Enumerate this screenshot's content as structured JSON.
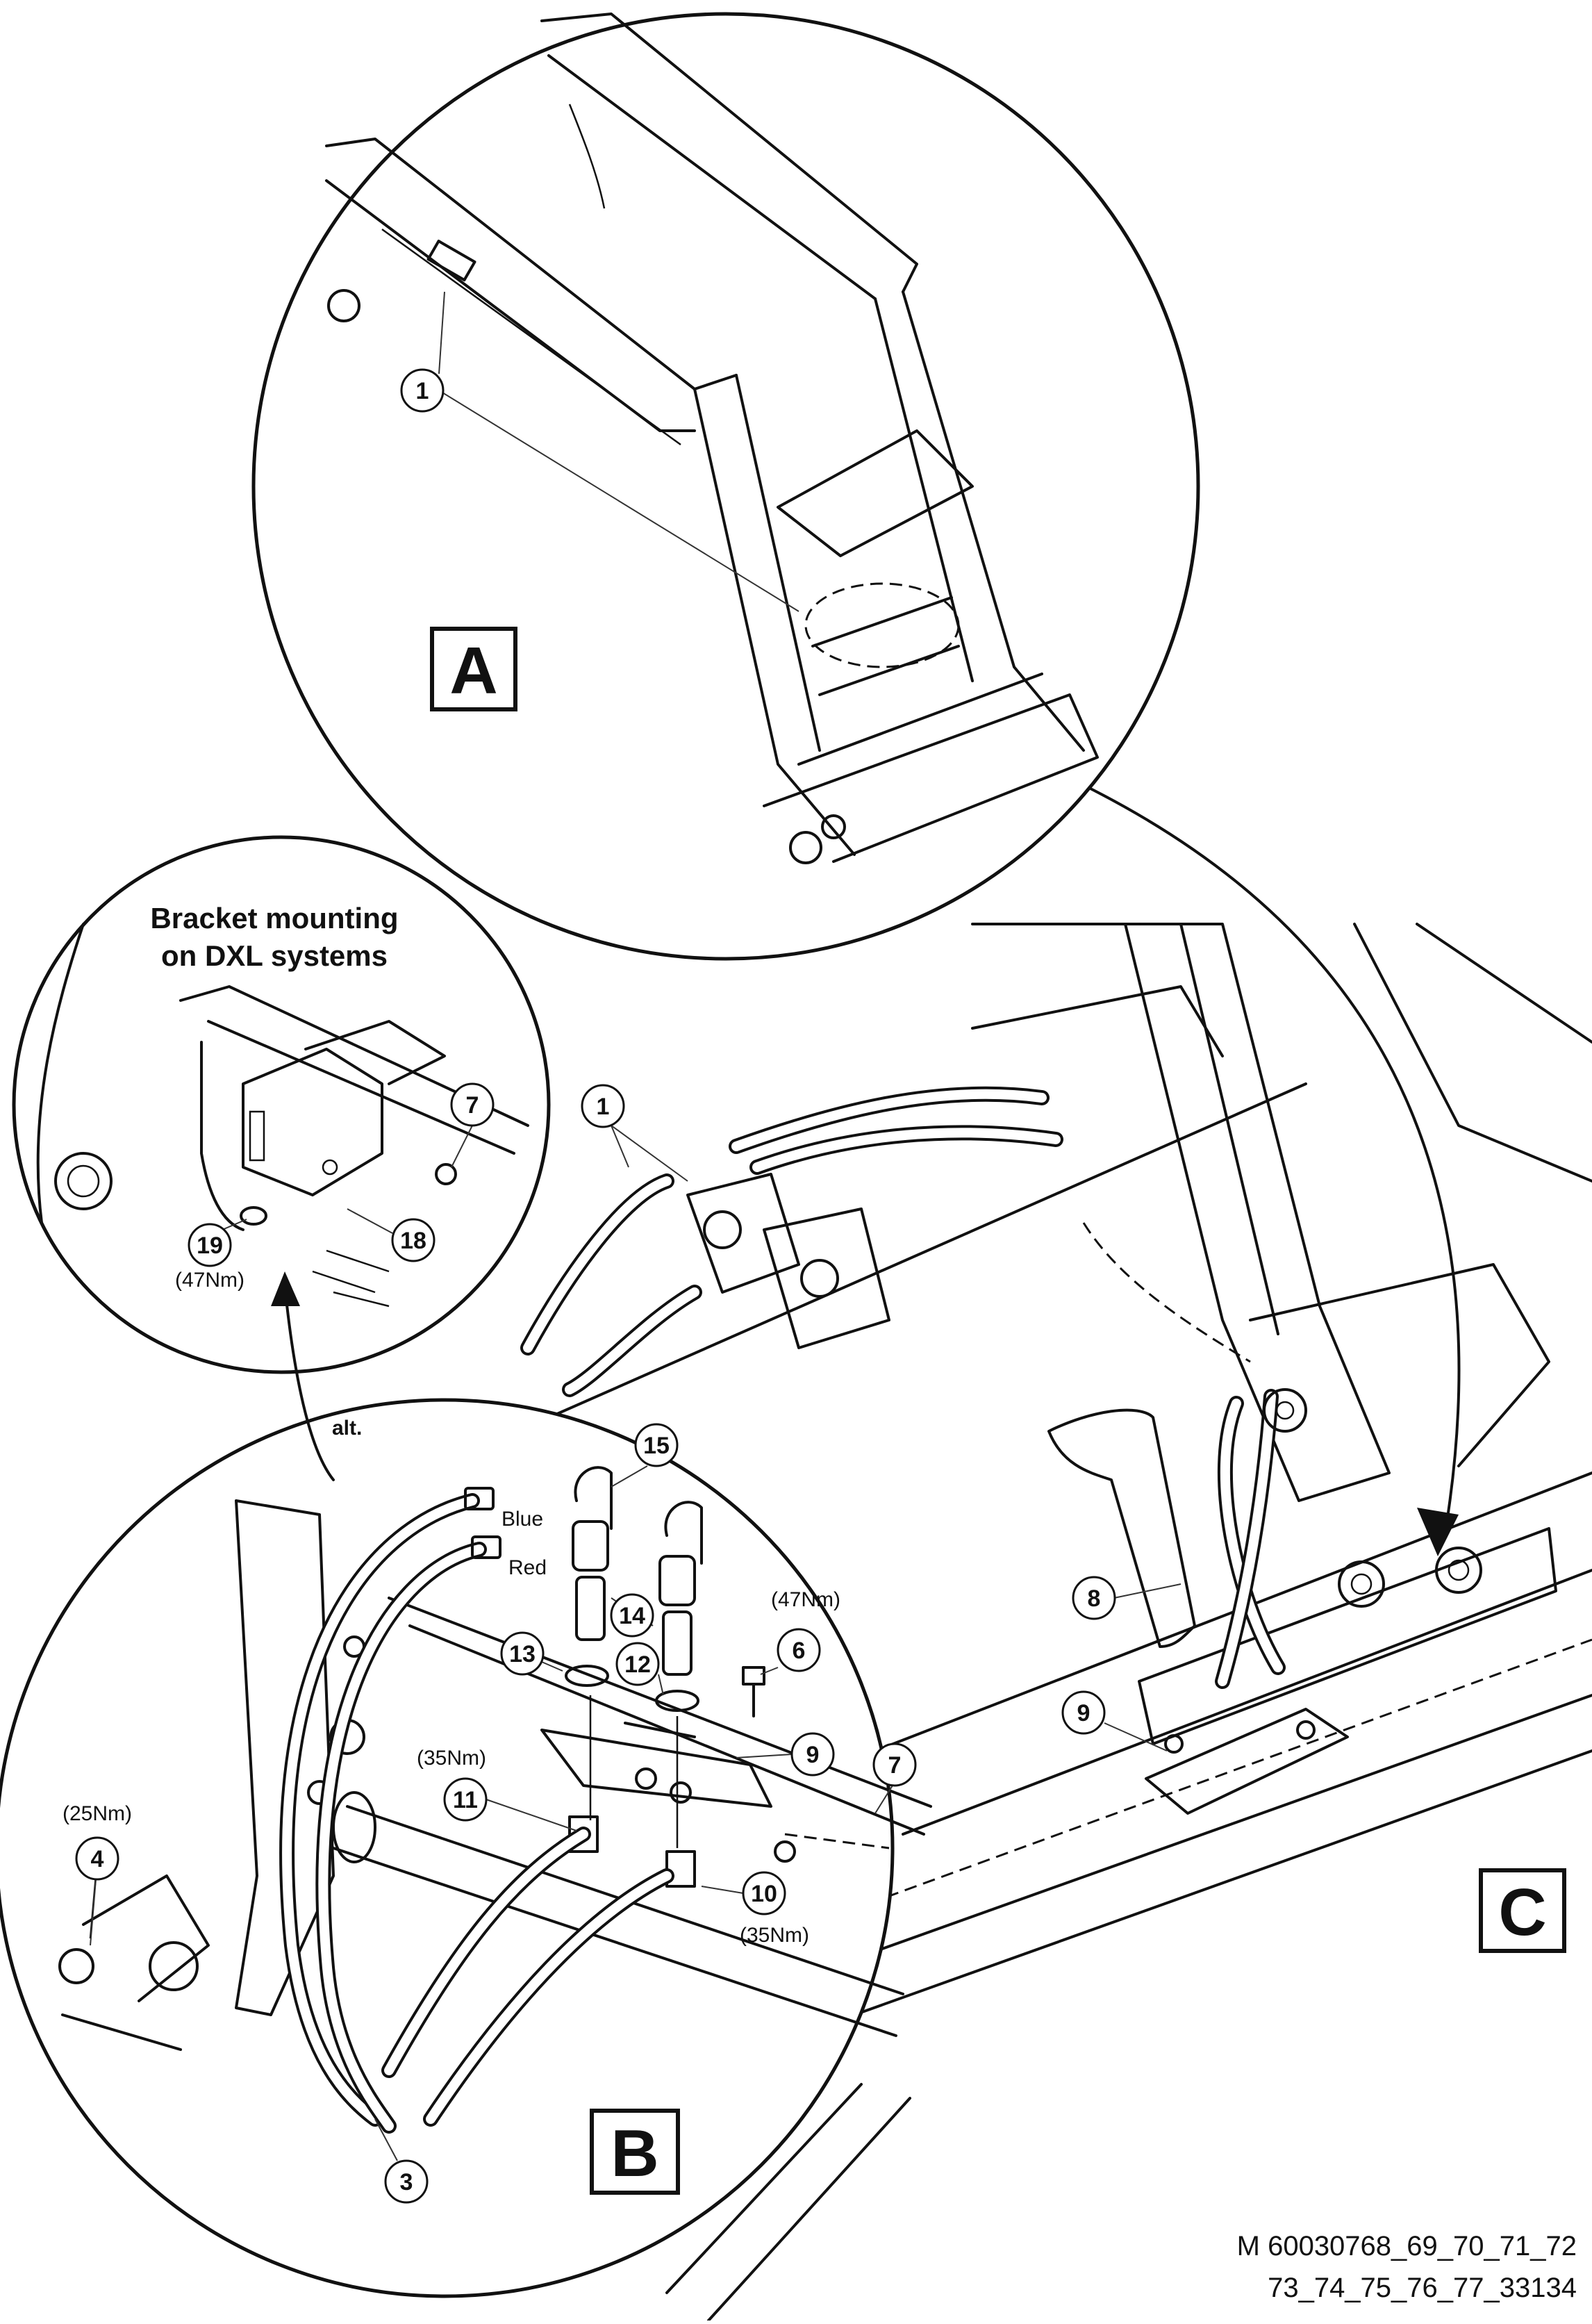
{
  "views": {
    "a": {
      "letter": "A"
    },
    "b": {
      "letter": "B",
      "alt_label": "alt."
    },
    "c": {
      "letter": "C"
    }
  },
  "detail": {
    "title_line1": "Bracket mounting",
    "title_line2": "on DXL systems"
  },
  "hose_labels": {
    "blue": "Blue",
    "red": "Red"
  },
  "callouts": {
    "a1": "1",
    "c1": "1",
    "c8": "8",
    "c9": "9",
    "b3": "3",
    "b4": "4",
    "b6": "6",
    "b7": "7",
    "b9": "9",
    "b10": "10",
    "b11": "11",
    "b12": "12",
    "b13": "13",
    "b14": "14",
    "b15": "15",
    "d7": "7",
    "d18": "18",
    "d19": "19"
  },
  "torques": {
    "b4": "(25Nm)",
    "b6": "(47Nm)",
    "b10": "(35Nm)",
    "b11": "(35Nm)",
    "d19": "(47Nm)"
  },
  "reference": {
    "line1": "M 60030768_69_70_71_72",
    "line2": "73_74_75_76_77_33134"
  }
}
